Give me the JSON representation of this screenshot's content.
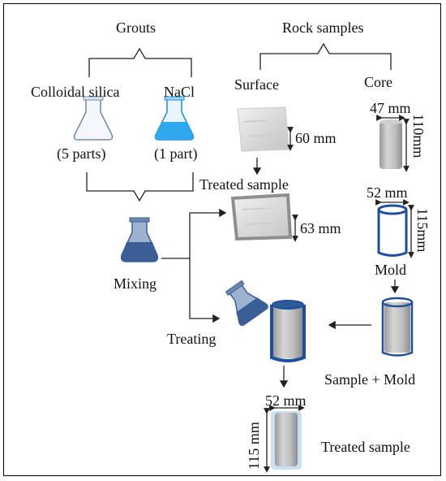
{
  "headers": {
    "grouts": "Grouts",
    "rock_samples": "Rock samples"
  },
  "grouts": {
    "colloidal_silica": "Colloidal silica",
    "colloidal_silica_parts": "(5 parts)",
    "nacl": "NaCl",
    "nacl_parts": "(1 part)"
  },
  "rock": {
    "surface": "Surface",
    "core": "Core"
  },
  "dims": {
    "surface_height": "60 mm",
    "treated_surface_height": "63 mm",
    "core_width": "47 mm",
    "core_height": "110mm",
    "mold_width": "52 mm",
    "mold_height": "115mm",
    "final_width": "52 mm",
    "final_height": "115 mm"
  },
  "labels": {
    "treated_sample_top": "Treated sample",
    "mixing": "Mixing",
    "mold": "Mold",
    "treating": "Treating",
    "sample_mold": "Sample + Mold",
    "treated_sample_bottom": "Treated sample"
  },
  "colors": {
    "flask_blue": "#2fa8ef",
    "flask_dark": "#3a5f97",
    "mold_blue": "#1f4f9a",
    "line": "#222222"
  }
}
